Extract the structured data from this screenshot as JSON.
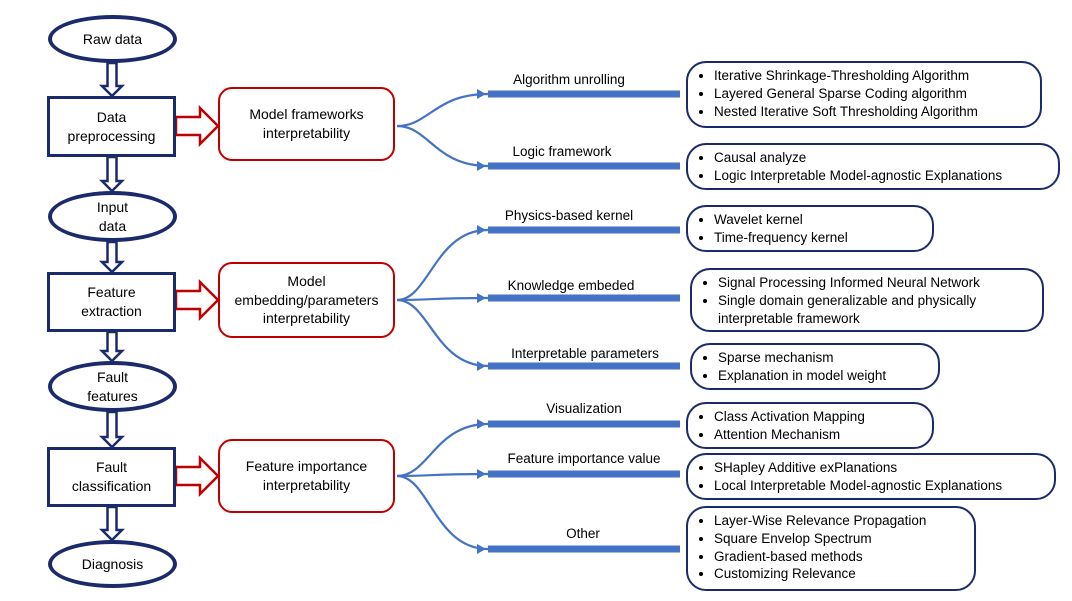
{
  "flow": {
    "raw_data": "Raw data",
    "data_preprocessing": [
      "Data",
      "preprocessing"
    ],
    "input_data": [
      "Input",
      "data"
    ],
    "feature_extraction": [
      "Feature",
      "extraction"
    ],
    "fault_features": [
      "Fault",
      "features"
    ],
    "fault_classification": [
      "Fault",
      "classification"
    ],
    "diagnosis": "Diagnosis"
  },
  "categories": [
    {
      "label": [
        "Model frameworks",
        "interpretability"
      ]
    },
    {
      "label": [
        "Model",
        "embedding/parameters",
        "interpretability"
      ]
    },
    {
      "label": [
        "Feature importance",
        "interpretability"
      ]
    }
  ],
  "branches": [
    {
      "label": "Algorithm unrolling",
      "items": [
        "Iterative Shrinkage-Thresholding Algorithm",
        "Layered General Sparse Coding algorithm",
        "Nested Iterative Soft Thresholding Algorithm"
      ]
    },
    {
      "label": "Logic framework",
      "items": [
        "Causal analyze",
        "Logic Interpretable Model-agnostic Explanations"
      ]
    },
    {
      "label": "Physics-based kernel",
      "items": [
        "Wavelet kernel",
        "Time-frequency kernel"
      ]
    },
    {
      "label": "Knowledge embeded",
      "items": [
        "Signal Processing Informed Neural Network",
        "Single domain generalizable and physically interpretable framework"
      ]
    },
    {
      "label": "Interpretable parameters",
      "items": [
        "Sparse mechanism",
        "Explanation in model weight"
      ]
    },
    {
      "label": "Visualization",
      "items": [
        "Class Activation Mapping",
        "Attention Mechanism"
      ]
    },
    {
      "label": "Feature importance value",
      "items": [
        "SHapley Additive exPlanations",
        "Local Interpretable Model-agnostic Explanations"
      ]
    },
    {
      "label": "Other",
      "items": [
        "Layer-Wise Relevance Propagation",
        "Square Envelop Spectrum",
        "Gradient-based methods",
        "Customizing Relevance"
      ]
    }
  ],
  "colors": {
    "navy": "#1b2a6b",
    "red": "#c00000",
    "bar": "#4472c4"
  }
}
